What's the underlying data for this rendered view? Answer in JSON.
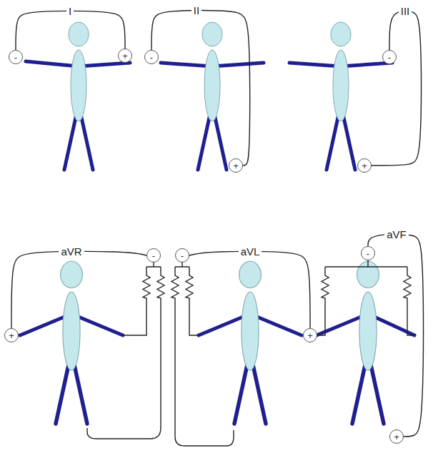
{
  "diagram": {
    "nodes": [
      {
        "text": [
          "-"
        ]
      },
      {
        "text": [
          "+"
        ]
      },
      {
        "text": [
          "-"
        ]
      },
      {
        "text": [
          "+"
        ]
      },
      {
        "text": [
          "-"
        ]
      },
      {
        "text": [
          "+"
        ]
      },
      {
        "text": [
          "-"
        ]
      },
      {
        "text": [
          "+"
        ]
      },
      {
        "text": [
          "-"
        ]
      },
      {
        "text": [
          "+"
        ]
      },
      {
        "text": [
          "-"
        ]
      },
      {
        "text": [
          "+"
        ]
      }
    ],
    "edges": [
      {
        "from": 0,
        "to": 1,
        "label": "I",
        "arrow": "none"
      },
      {
        "from": 2,
        "to": 3,
        "label": "II",
        "arrow": "none"
      },
      {
        "from": 4,
        "to": 5,
        "label": "III",
        "arrow": "none"
      },
      {
        "from": 6,
        "to": 7,
        "label": "aVR",
        "arrow": "none"
      },
      {
        "from": 8,
        "to": 9,
        "label": "aVL",
        "arrow": "none"
      },
      {
        "from": 10,
        "to": 11,
        "label": "aVF",
        "arrow": "none"
      }
    ]
  }
}
